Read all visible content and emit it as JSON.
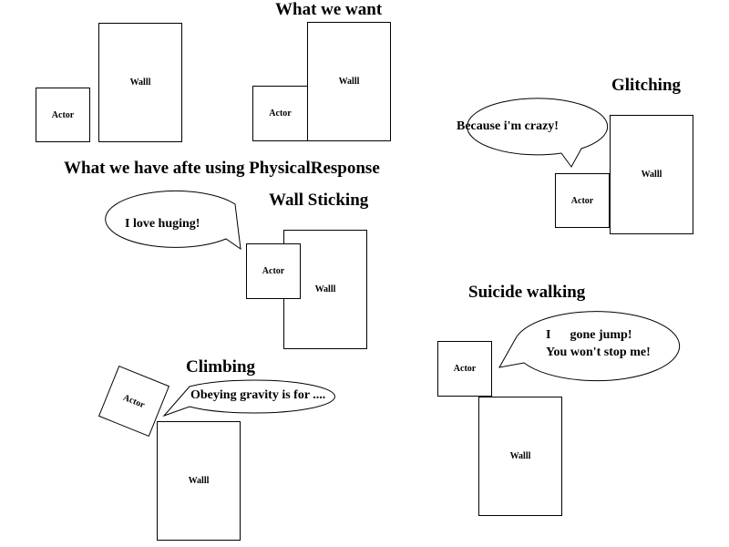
{
  "headings": {
    "what_we_want": "What we want",
    "what_we_have": "What we have afte using PhysicalResponse",
    "wall_sticking": "Wall Sticking",
    "glitching": "Glitching",
    "suicide_walking": "Suicide walking",
    "climbing": "Climbing"
  },
  "labels": {
    "actor": "Actor",
    "wall": "Walll"
  },
  "speech": {
    "wall_sticking": "I love huging!",
    "glitching": "Because i'm crazy!",
    "suicide_line1": "I      gone jump!",
    "suicide_line2": "You won't stop me!",
    "climbing": "Obeying gravity is for ...."
  }
}
